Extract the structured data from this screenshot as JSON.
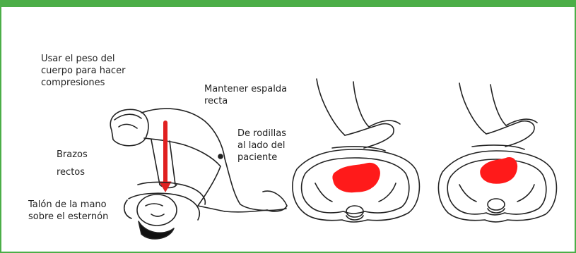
{
  "labels": {
    "body_weight": [
      "Usar el peso del",
      "cuerpo para hacer",
      "compresiones"
    ],
    "straight_back": [
      "Mantener espalda",
      "recta"
    ],
    "kneeling": [
      "De rodillas",
      "al lado del",
      "paciente"
    ],
    "straight_arms": [
      "Brazos",
      "rectos"
    ],
    "heel_of_hand": [
      "Talón de la mano",
      "sobre el esternón"
    ]
  },
  "colors": {
    "frame": "#4cae48",
    "arrow": "#e02020",
    "heart": "#ff1a1a",
    "line": "#222222"
  }
}
